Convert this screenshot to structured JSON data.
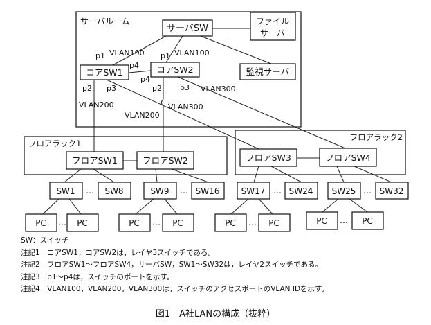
{
  "areas": {
    "server_room": "サーバルーム",
    "floor_rack_1": "フロアラック1",
    "floor_rack_2": "フロアラック2"
  },
  "nodes": {
    "server_sw": "サーバSW",
    "file_server_line1": "ファイル",
    "file_server_line2": "サーバ",
    "core_sw1": "コアSW1",
    "core_sw2": "コアSW2",
    "monitor_server": "監視サーバ",
    "floor_sw1": "フロアSW1",
    "floor_sw2": "フロアSW2",
    "floor_sw3": "フロアSW3",
    "floor_sw4": "フロアSW4",
    "sw1": "SW1",
    "sw8": "SW8",
    "sw9": "SW9",
    "sw16": "SW16",
    "sw17": "SW17",
    "sw24": "SW24",
    "sw25": "SW25",
    "sw32": "SW32",
    "pc": "PC",
    "ellipsis": "…"
  },
  "labels": {
    "p1": "p1",
    "p2": "p2",
    "p3": "p3",
    "p4": "p4",
    "vlan100": "VLAN100",
    "vlan200": "VLAN200",
    "vlan300": "VLAN300"
  },
  "notes": {
    "legend": "SW：スイッチ",
    "note1": "注記1　コアSW1，コアSW2は，レイヤ3スイッチである。",
    "note2": "注記2　フロアSW1～フロアSW4，サーバSW，SW1～SW32は，レイヤ2スイッチである。",
    "note3": "注記3　p1～p4は，スイッチのポートを示す。",
    "note4": "注記4　VLAN100，VLAN200，VLAN300は，スイッチのアクセスポートのVLAN IDを示す。"
  },
  "caption": "図1　A社LANの構成（抜粋）"
}
